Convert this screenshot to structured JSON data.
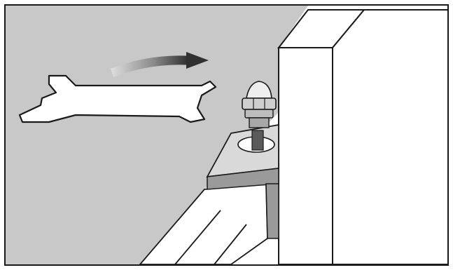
{
  "illustration": {
    "subject": "wrench-adjusting-leveling-foot",
    "components": [
      "frame",
      "floor",
      "wrench",
      "rotation-arrow",
      "appliance-cabinet",
      "mounting-bracket",
      "leveling-foot-nut"
    ],
    "colors": {
      "background": "#ffffff",
      "floor": "#c8c8c8",
      "line": "#1a1a1a",
      "bracket_top": "#d9d9d9",
      "bracket_side": "#9a9a9a",
      "nut": "#cfcfcf",
      "arrow_dark": "#303030",
      "arrow_light": "#b5b5b5"
    },
    "icons": {
      "wrench": "wrench-icon",
      "arrow": "curved-arrow-icon"
    }
  }
}
